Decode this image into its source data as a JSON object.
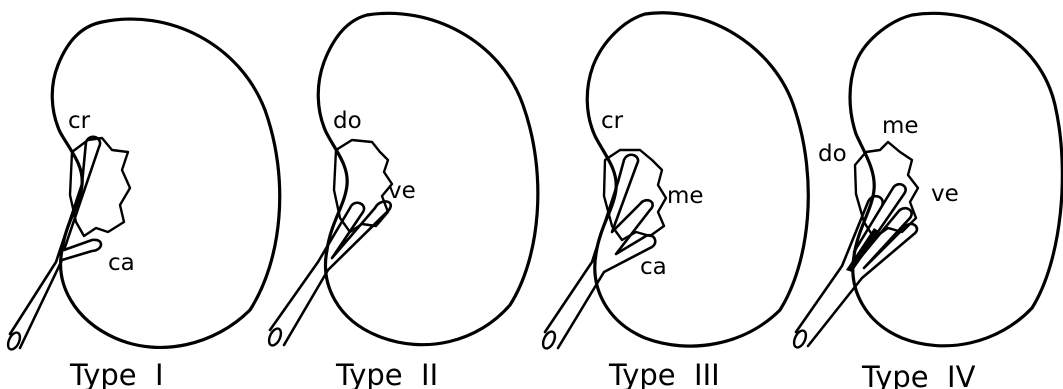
{
  "panels": [
    {
      "caption": "Type  I",
      "labels": [
        "cr",
        "ca"
      ]
    },
    {
      "caption": "Type  II",
      "labels": [
        "do",
        "ve"
      ]
    },
    {
      "caption": "Type  III",
      "labels": [
        "cr",
        "me",
        "ca"
      ]
    },
    {
      "caption": "Type  IV",
      "labels": [
        "me",
        "do",
        "ve"
      ]
    }
  ]
}
